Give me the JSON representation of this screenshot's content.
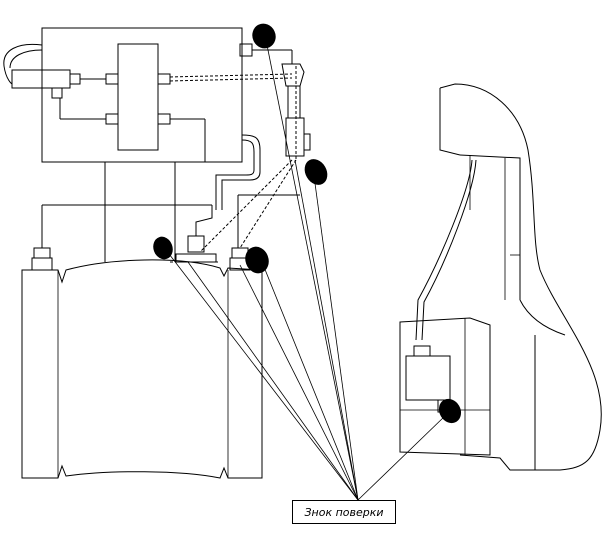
{
  "caption": {
    "label": "Знок поверки"
  },
  "markers": {
    "count": 5,
    "shape": "filled-blob",
    "color": "#000000"
  },
  "colors": {
    "line": "#000000",
    "background": "#ffffff"
  }
}
